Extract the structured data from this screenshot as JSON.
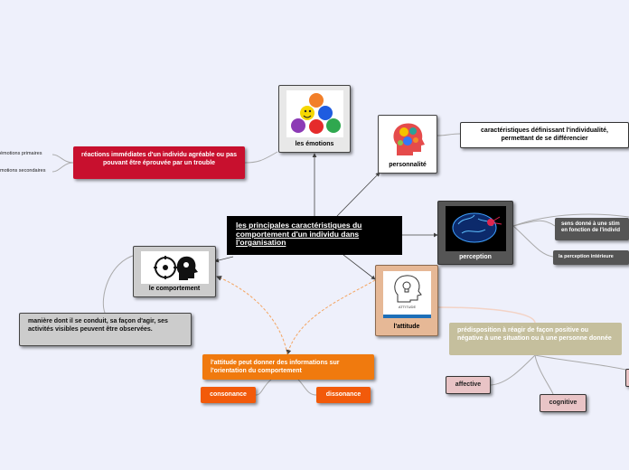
{
  "map": {
    "central": "les principales caractéristiques du comportement d'un individu dans l'organisation",
    "emotions": {
      "label": "les émotions",
      "image_icon": "emotion-balls-icon",
      "description": "réactions immédiates d'un individu agréable ou pas pouvant être éprouvée par un trouble",
      "children": [
        "émotions primaires",
        "motions secondaires"
      ]
    },
    "personality": {
      "label": "personnalité",
      "image_icon": "colorful-head-icon",
      "description": "caractéristiques définissant l'individualité, permettant de se différencier"
    },
    "perception": {
      "label": "perception",
      "image_icon": "brain-icon",
      "notes": [
        "sens donné à une stim en fonction de l'individ",
        "la perception intérieure"
      ]
    },
    "behaviour": {
      "label": "le comportement",
      "image_icon": "head-gears-icon",
      "description": "manière dont il se conduit, sa façon d'agir, ses activités visibles peuvent être observées."
    },
    "attitude": {
      "label": "l'attitude",
      "image_icon": "attitude-lightbulb-head-icon",
      "image_caption": "ATTITUDE",
      "definition": "prédisposition à réagir de façon positive ou négative à une situation ou à une personne donnée",
      "components": [
        "affective",
        "cognitive"
      ],
      "orientation_note": "l'attitude peut donner des informations sur l'orientation du comportement",
      "orientation_children": [
        "consonance",
        "dissonance"
      ]
    }
  },
  "colors": {
    "background": "#eef0fb",
    "central": "#000000",
    "red": "#c8102e",
    "orange": "#f07a0e",
    "olive": "#c5bf9d",
    "pink": "#e9c4c6",
    "attitude_tan": "#e6b896"
  }
}
